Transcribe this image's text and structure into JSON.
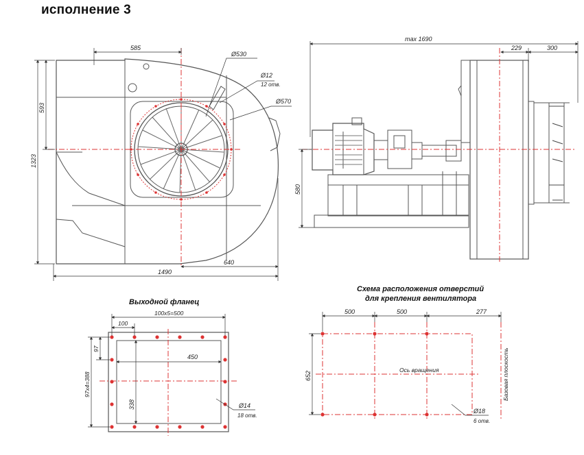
{
  "header": {
    "title": "исполнение  3"
  },
  "main_view": {
    "dims": {
      "top_width": "585",
      "outer_diameter": "Ø530",
      "hole_diameter": "Ø12",
      "hole_count": "12 отв.",
      "flange_diameter": "Ø570",
      "height_upper": "593",
      "height_total": "1323",
      "width_lower": "640",
      "width_total": "1490"
    }
  },
  "side_view": {
    "dims": {
      "max_length": "max 1690",
      "dim_229": "229",
      "dim_300": "300",
      "height_580": "580"
    }
  },
  "outlet_flange": {
    "title": "Выходной фланец",
    "dims": {
      "pitch": "100x5=500",
      "first_pitch": "100",
      "inner_width": "450",
      "vertical_pitch": "97x4=388",
      "vertical_first": "97",
      "inner_height": "338",
      "hole_diameter": "Ø14",
      "hole_count": "18 отв."
    }
  },
  "mount_scheme": {
    "title_line1": "Схема расположения отверстий",
    "title_line2": "для крепления вентилятора",
    "dims": {
      "d1": "500",
      "d2": "500",
      "d3": "277",
      "height": "652",
      "axis_label": "Ось вращения",
      "base_plane": "Базовая плоскость",
      "hole_diameter": "Ø18",
      "hole_count": "6 отв."
    }
  }
}
